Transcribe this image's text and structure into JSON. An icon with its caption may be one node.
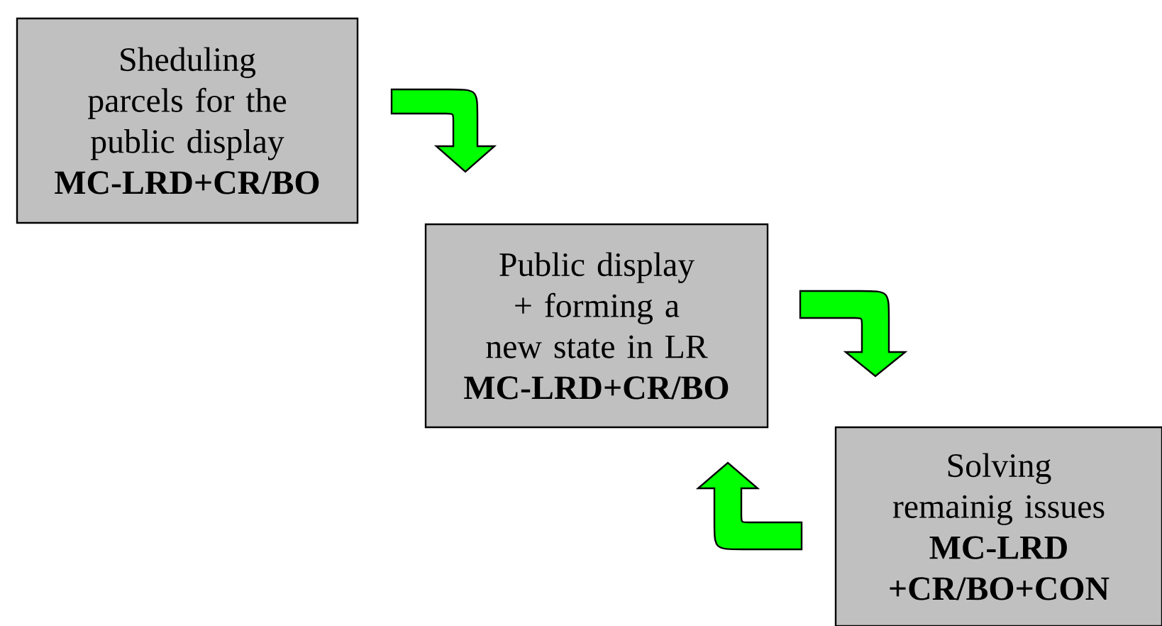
{
  "diagram": {
    "nodes": [
      {
        "text": [
          "Sheduling parcels for the public display",
          "MC-LRD+CR/BO"
        ]
      },
      {
        "text": [
          "Public display + forming a new state in LR",
          "MC-LRD+CR/BO"
        ]
      },
      {
        "text": [
          "Solving remainig issues",
          "MC-LRD +CR/BO+CON"
        ]
      }
    ],
    "edges": [
      {
        "from": 0,
        "to": 1,
        "arrow": "to"
      },
      {
        "from": 1,
        "to": 2,
        "arrow": "to"
      },
      {
        "from": 2,
        "to": 1,
        "arrow": "to"
      }
    ]
  }
}
